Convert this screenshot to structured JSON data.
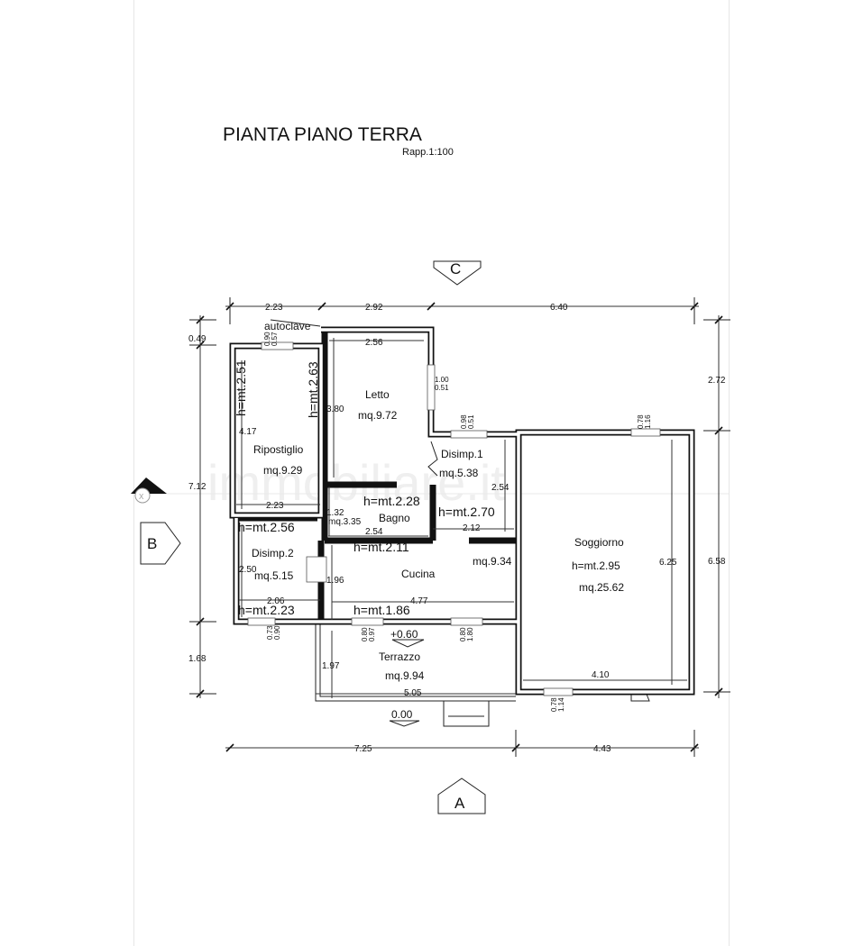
{
  "title": "PIANTA PIANO TERRA",
  "scale": "Rapp.1:100",
  "watermark": "immobiliare.it",
  "section_markers": {
    "top": "C",
    "bottom": "A",
    "left": "B",
    "left_circle": "X"
  },
  "rooms": [
    {
      "name": "Letto",
      "area": "mq.9.72"
    },
    {
      "name": "Ripostiglio",
      "area": "mq.9.29"
    },
    {
      "name": "Disimp.1",
      "area": "mq.5.38"
    },
    {
      "name": "Bagno",
      "area": "mq.3.35",
      "height": "h=mt.2.28"
    },
    {
      "name": "Disimp.2",
      "area": "mq.5.15"
    },
    {
      "name": "Cucina",
      "area": "mq.9.34"
    },
    {
      "name": "Soggiorno",
      "area": "mq.25.62",
      "height": "h=mt.2.95"
    },
    {
      "name": "Terrazzo",
      "area": "mq.9.94"
    }
  ],
  "labels": {
    "autoclave": "autoclave",
    "h_251": "h=mt.2.51",
    "h_263": "h=mt.2.63",
    "h_256": "h=mt.2.56",
    "h_270": "h=mt.2.70",
    "h_211": "h=mt.2.11",
    "h_223": "h=mt.2.23",
    "h_186": "h=mt.1.86",
    "level_060": "+0.60",
    "level_000": "0.00"
  },
  "dimensions": {
    "top": [
      "2.23",
      "2.92",
      "6.40"
    ],
    "bottom": [
      "7.25",
      "4.43"
    ],
    "left": [
      "0.49",
      "7.12",
      "1.68"
    ],
    "right": [
      "2.72",
      "6.58"
    ],
    "inner": {
      "letto_w": "2.56",
      "letto_h": "3.80",
      "rip_h": "4.17",
      "rip_w": "2.23",
      "bagno_h": "1.32",
      "bagno_w": "2.54",
      "dis1_h": "2.54",
      "dis1_w": "2.12",
      "dis2_h": "2.50",
      "dis2_w": "2.06",
      "cucina_h": "1.96",
      "cucina_w": "4.77",
      "sogg_h": "6.25",
      "sogg_w": "4.10",
      "terr_h": "1.97",
      "terr_w": "5.05"
    },
    "windows": {
      "w1a": "0.90",
      "w1b": "0.57",
      "w2a": "1.00",
      "w2b": "0.51",
      "w3a": "0.98",
      "w3b": "0.51",
      "w4a": "0.78",
      "w4b": "1.16",
      "w5a": "0.73",
      "w5b": "0.90",
      "w6a": "0.80",
      "w6b": "0.97",
      "w7a": "0.80",
      "w7b": "1.80",
      "w8a": "0.78",
      "w8b": "1.14"
    }
  }
}
